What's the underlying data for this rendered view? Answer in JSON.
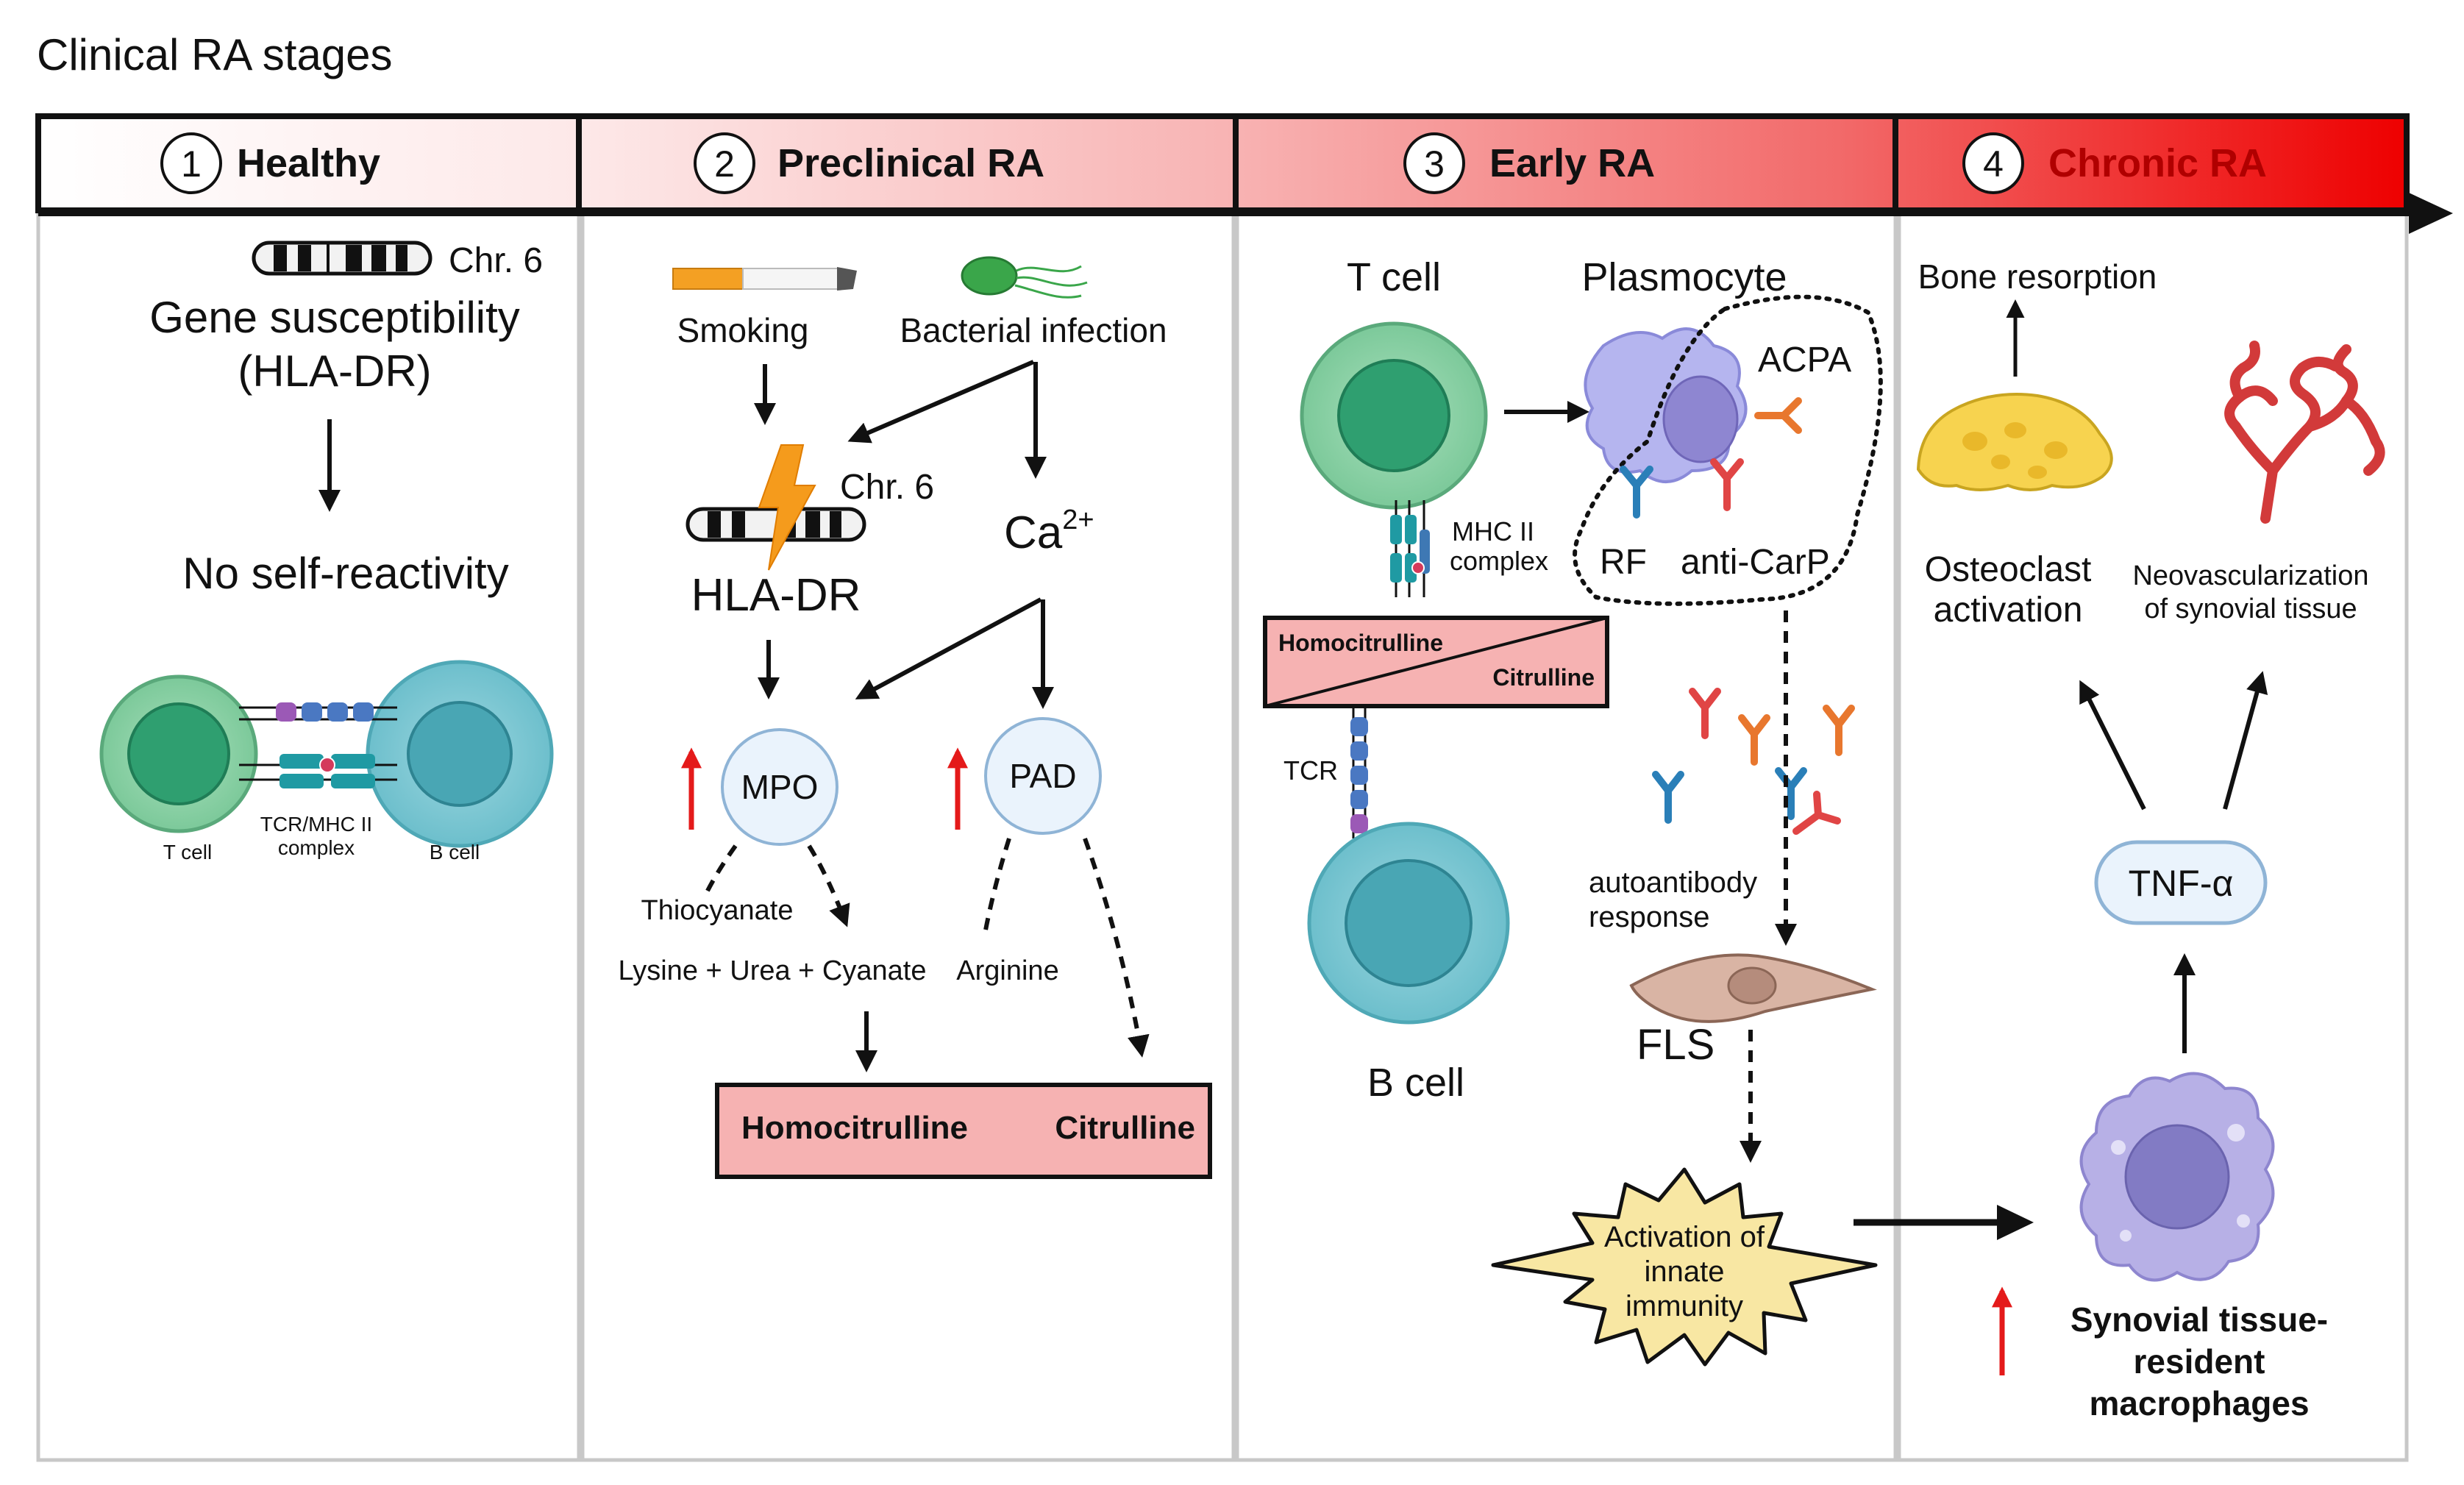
{
  "title": "Clinical RA stages",
  "stages": [
    {
      "num": "1",
      "label": "Healthy"
    },
    {
      "num": "2",
      "label": "Preclinical RA"
    },
    {
      "num": "3",
      "label": "Early RA"
    },
    {
      "num": "4",
      "label": "Chronic RA"
    }
  ],
  "healthy": {
    "chr": "Chr. 6",
    "gene_line1": "Gene susceptibility",
    "gene_line2": "(HLA-DR)",
    "no_self": "No self-reactivity",
    "t_cell": "T cell",
    "complex_line1": "TCR/MHC II",
    "complex_line2": "complex",
    "b_cell": "B cell"
  },
  "preclinical": {
    "smoking": "Smoking",
    "bacterial": "Bacterial infection",
    "chr": "Chr. 6",
    "hla": "HLA-DR",
    "ca": "Ca",
    "ca_sup": "2+",
    "mpo": "MPO",
    "pad": "PAD",
    "thiocyanate": "Thiocyanate",
    "lysine": "Lysine + Urea + Cyanate",
    "arginine": "Arginine",
    "homocitrulline": "Homocitrulline",
    "citrulline": "Citrulline"
  },
  "early": {
    "t_cell": "T cell",
    "plasmocyte": "Plasmocyte",
    "acpa": "ACPA",
    "rf": "RF",
    "anti_carp": "anti-CarP",
    "mhc_line1": "MHC II",
    "mhc_line2": "complex",
    "homocitrulline": "Homocitrulline",
    "citrulline": "Citrulline",
    "tcr": "TCR",
    "b_cell": "B cell",
    "auto_line1": "autoantibody",
    "auto_line2": "response",
    "fls": "FLS",
    "innate_line1": "Activation of",
    "innate_line2": "innate",
    "innate_line3": "immunity"
  },
  "chronic": {
    "bone": "Bone resorption",
    "osteo_line1": "Osteoclast",
    "osteo_line2": "activation",
    "neo_line1": "Neovascularization",
    "neo_line2": "of synovial tissue",
    "tnf": "TNF-α",
    "macro_line1": "Synovial tissue-",
    "macro_line2": "resident",
    "macro_line3": "macrophages"
  },
  "colors": {
    "header_gradient": [
      "#ffffff",
      "#fbd3d3",
      "#f58787",
      "#ee0000"
    ],
    "t_cell": "#8fd3a8",
    "b_cell": "#7ecad6",
    "pink_box": "#f6b2b2",
    "up_arrow": "#e41a1a",
    "innate_star": "#f8e7a3"
  }
}
